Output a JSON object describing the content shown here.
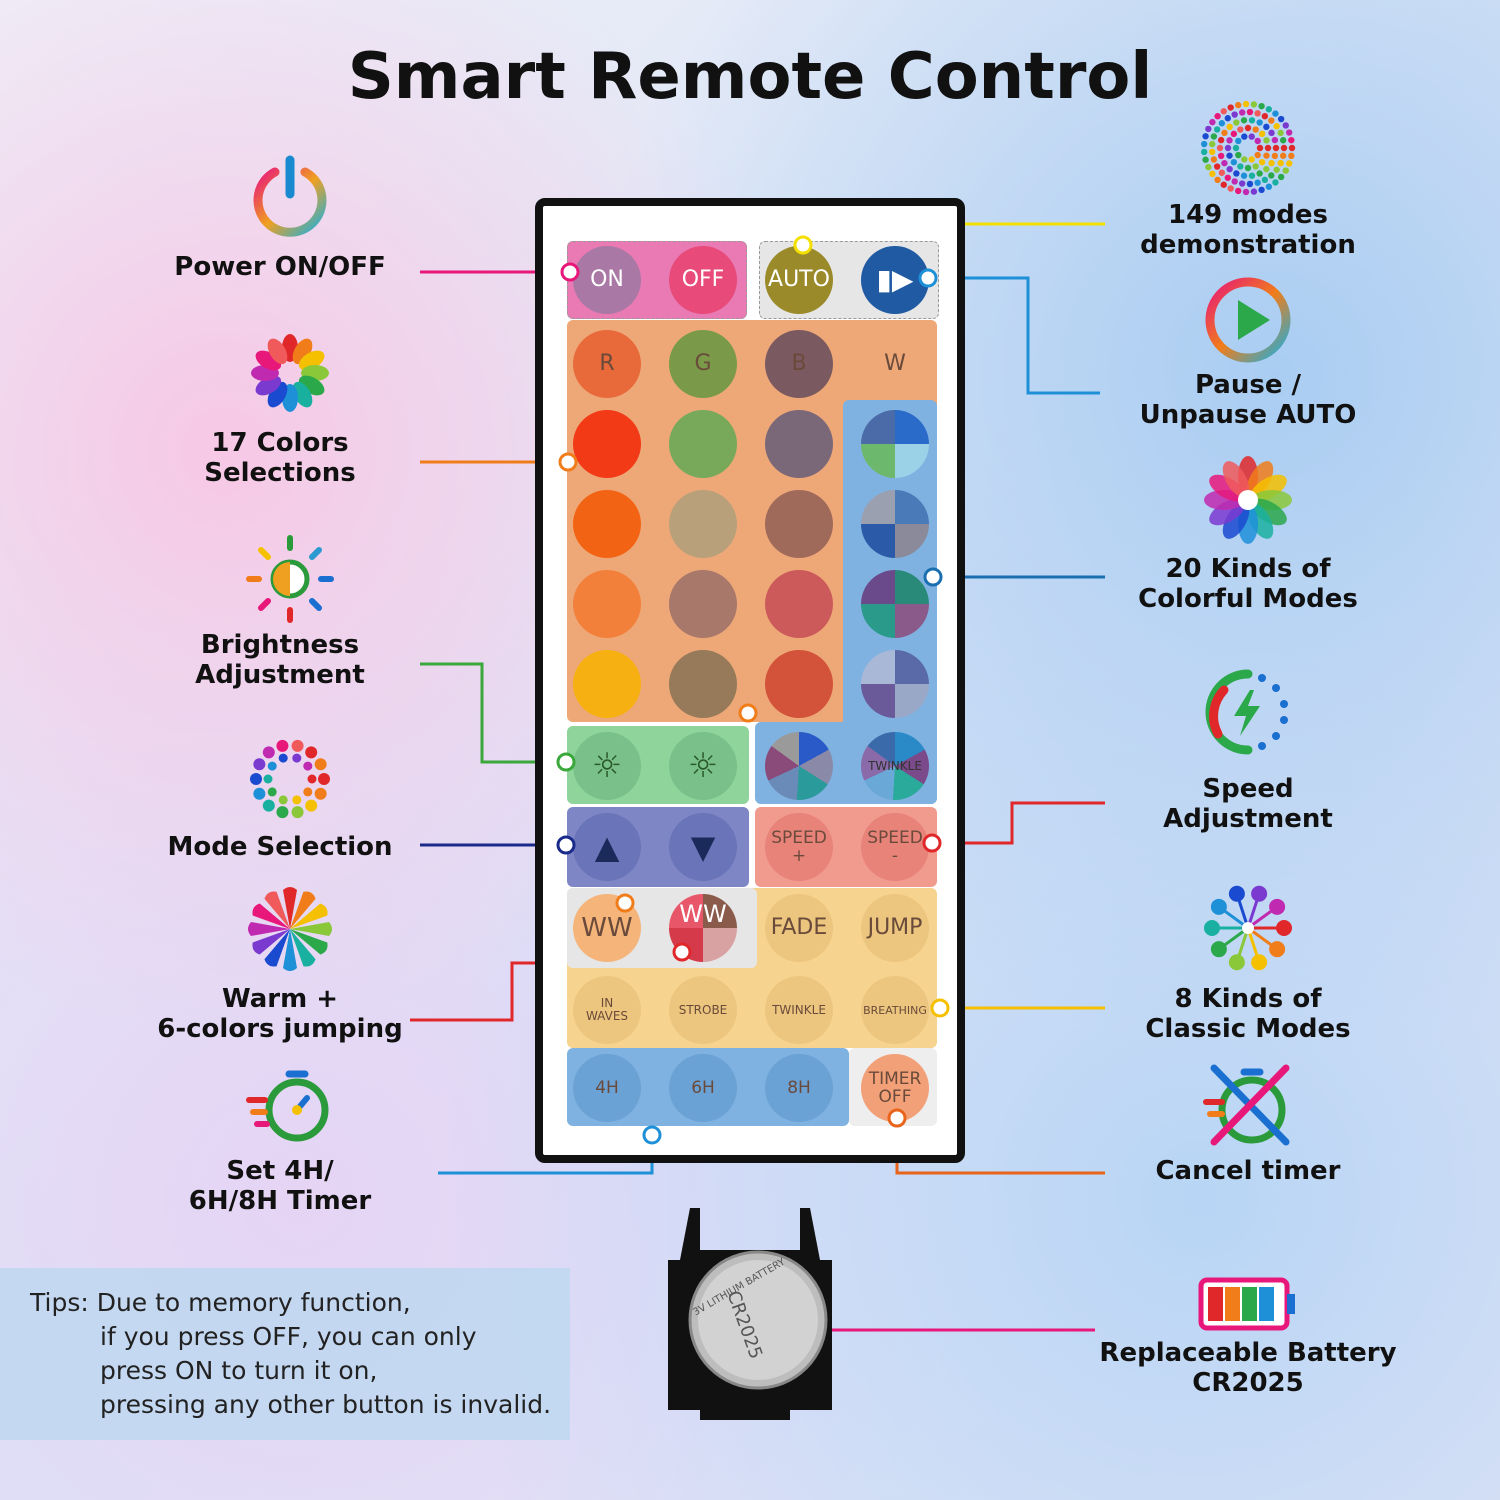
{
  "title": "Smart Remote Control",
  "left_features": [
    {
      "id": "power",
      "text": "Power ON/OFF"
    },
    {
      "id": "colors",
      "text": "17 Colors\nSelections"
    },
    {
      "id": "brightness",
      "text": "Brightness\nAdjustment"
    },
    {
      "id": "mode",
      "text": "Mode Selection"
    },
    {
      "id": "warm",
      "text": "Warm +\n6-colors jumping"
    },
    {
      "id": "timer",
      "text": "Set 4H/\n6H/8H Timer"
    }
  ],
  "right_features": [
    {
      "id": "demo",
      "text": "149 modes\ndemonstration"
    },
    {
      "id": "pause",
      "text": "Pause /\nUnpause AUTO"
    },
    {
      "id": "colorful",
      "text": "20 Kinds of\nColorful Modes"
    },
    {
      "id": "speed",
      "text": "Speed\nAdjustment"
    },
    {
      "id": "classic",
      "text": "8 Kinds of\nClassic Modes"
    },
    {
      "id": "cancel",
      "text": "Cancel timer"
    },
    {
      "id": "battery",
      "text": "Replaceable Battery\nCR2025"
    }
  ],
  "remote": {
    "on": "ON",
    "off": "OFF",
    "auto": "AUTO",
    "r": "R",
    "g": "G",
    "b": "B",
    "w": "W",
    "twinkle_top": "TWINKLE",
    "speed_plus": "SPEED\n+",
    "speed_minus": "SPEED\n-",
    "ww1": "WW",
    "ww2": "WW",
    "fade": "FADE",
    "jump": "JUMP",
    "in_waves": "IN\nWAVES",
    "strobe": "STROBE",
    "twinkle": "TWINKLE",
    "breathing": "BREATHING",
    "h4": "4H",
    "h6": "6H",
    "h8": "8H",
    "timer_off": "TIMER\nOFF"
  },
  "tips": {
    "head": "Tips: Due to memory function,",
    "lines": [
      "if you press OFF, you can only",
      "press ON to turn it on,",
      "pressing any other button is invalid."
    ]
  },
  "battery_print": {
    "brand": "CR2025",
    "cell": "3V LITHIUM BATTERY"
  },
  "colors": {
    "pink": "#e8177a",
    "orange": "#f07d1a",
    "green": "#3aa83a",
    "navy": "#1a2a8a",
    "red": "#e0282a",
    "yellow": "#f4c000",
    "blue": "#1e90d8",
    "darkorange": "#e8641a",
    "icon_blue": "#1a6fd0"
  }
}
